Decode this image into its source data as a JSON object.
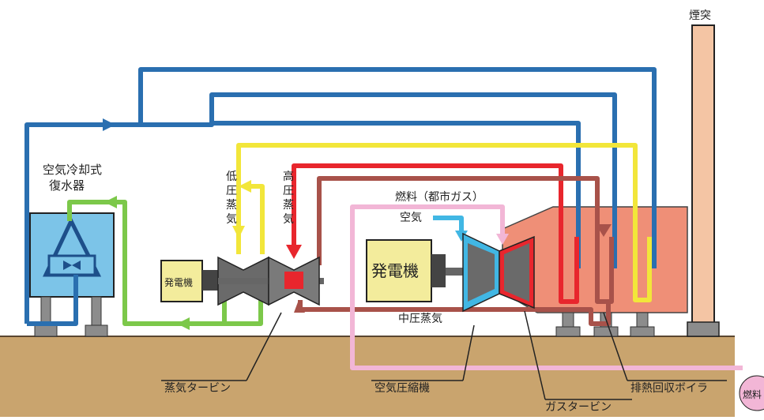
{
  "labels": {
    "chimney": "煙突",
    "condenser_line1": "空気冷却式",
    "condenser_line2": "復水器",
    "lp_steam": [
      "低",
      "圧",
      "蒸",
      "気"
    ],
    "hp_steam": [
      "高",
      "圧",
      "蒸",
      "気"
    ],
    "fuel_city_gas": "燃料（都市ガス）",
    "air": "空気",
    "small_generator": "発電機",
    "big_generator": "発電機",
    "ip_steam": "中圧蒸気",
    "steam_turbine": "蒸気タービン",
    "air_compressor": "空気圧縮機",
    "gas_turbine": "ガスタービン",
    "hrsg": "排熱回収ボイラ",
    "fuel_circle": "燃料"
  },
  "colors": {
    "blue": "#2a6fb0",
    "yellow": "#f2e63a",
    "red": "#e8262d",
    "brown": "#a8524a",
    "green": "#7cc84a",
    "pink": "#f2b6d6",
    "cyan": "#41b7e4",
    "ground": "#c9a46e",
    "boiler": "#ef8f77",
    "chimney": "#f4c5a4",
    "condenser": "#7cc4e8",
    "generator": "#f3ec9c"
  }
}
